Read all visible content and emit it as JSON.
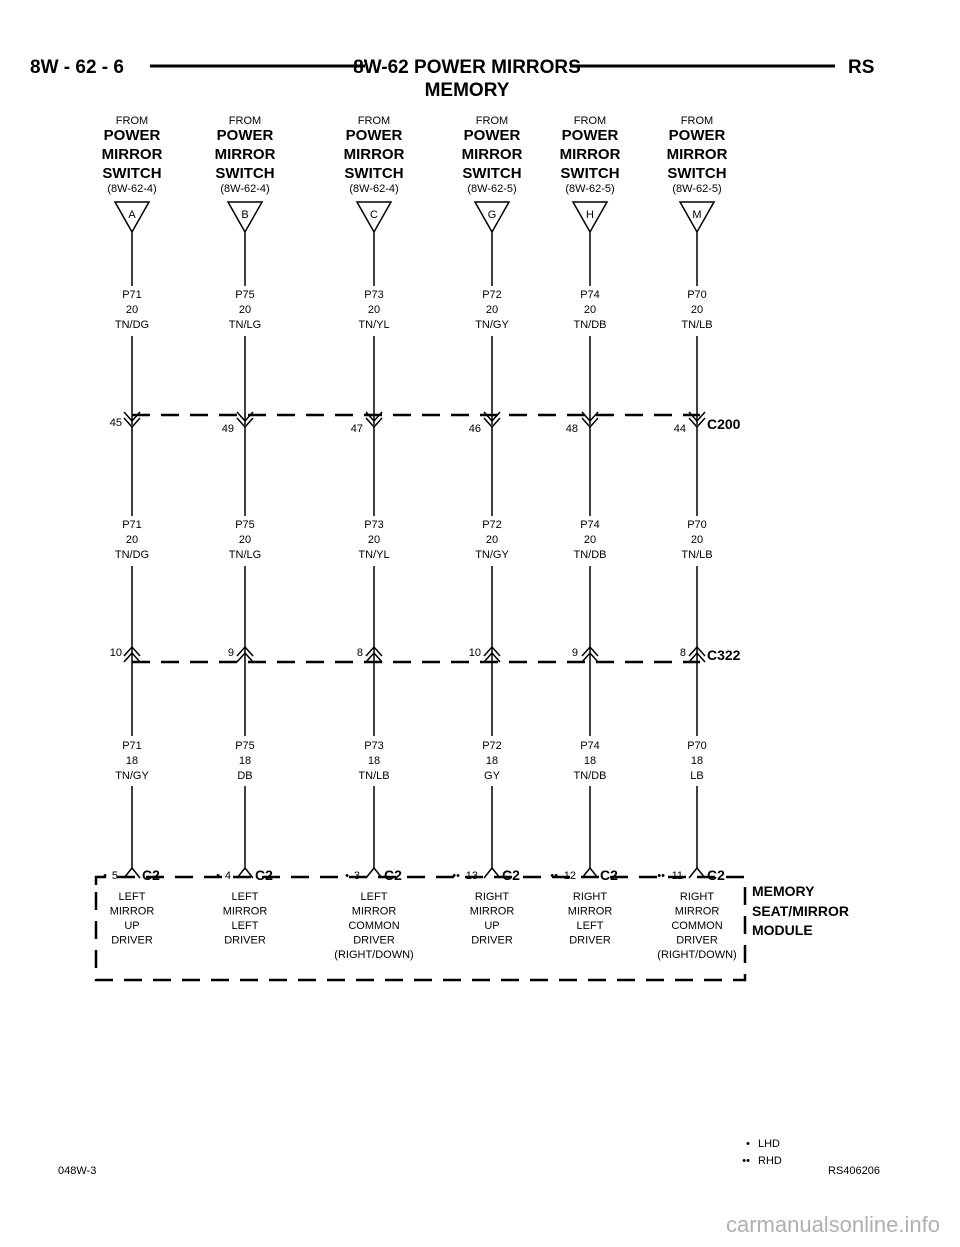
{
  "header": {
    "page_id": "8W - 62 - 6",
    "title_line1": "8W-62 POWER MIRRORS",
    "title_line2": "MEMORY",
    "section_code": "RS"
  },
  "sources": [
    {
      "from": "FROM",
      "l1": "POWER",
      "l2": "MIRROR",
      "l3": "SWITCH",
      "ref": "(8W-62-4)",
      "pin": "A"
    },
    {
      "from": "FROM",
      "l1": "POWER",
      "l2": "MIRROR",
      "l3": "SWITCH",
      "ref": "(8W-62-4)",
      "pin": "B"
    },
    {
      "from": "FROM",
      "l1": "POWER",
      "l2": "MIRROR",
      "l3": "SWITCH",
      "ref": "(8W-62-4)",
      "pin": "C"
    },
    {
      "from": "FROM",
      "l1": "POWER",
      "l2": "MIRROR",
      "l3": "SWITCH",
      "ref": "(8W-62-5)",
      "pin": "G"
    },
    {
      "from": "FROM",
      "l1": "POWER",
      "l2": "MIRROR",
      "l3": "SWITCH",
      "ref": "(8W-62-5)",
      "pin": "H"
    },
    {
      "from": "FROM",
      "l1": "POWER",
      "l2": "MIRROR",
      "l3": "SWITCH",
      "ref": "(8W-62-5)",
      "pin": "M"
    }
  ],
  "wires_upper": [
    {
      "circuit": "P71",
      "gauge": "20",
      "color": "TN/DG"
    },
    {
      "circuit": "P75",
      "gauge": "20",
      "color": "TN/LG"
    },
    {
      "circuit": "P73",
      "gauge": "20",
      "color": "TN/YL"
    },
    {
      "circuit": "P72",
      "gauge": "20",
      "color": "TN/GY"
    },
    {
      "circuit": "P74",
      "gauge": "20",
      "color": "TN/DB"
    },
    {
      "circuit": "P70",
      "gauge": "20",
      "color": "TN/LB"
    }
  ],
  "connector_c200": {
    "name": "C200",
    "pins": [
      "45",
      "49",
      "47",
      "46",
      "48",
      "44"
    ]
  },
  "wires_middle": [
    {
      "circuit": "P71",
      "gauge": "20",
      "color": "TN/DG"
    },
    {
      "circuit": "P75",
      "gauge": "20",
      "color": "TN/LG"
    },
    {
      "circuit": "P73",
      "gauge": "20",
      "color": "TN/YL"
    },
    {
      "circuit": "P72",
      "gauge": "20",
      "color": "TN/GY"
    },
    {
      "circuit": "P74",
      "gauge": "20",
      "color": "TN/DB"
    },
    {
      "circuit": "P70",
      "gauge": "20",
      "color": "TN/LB"
    }
  ],
  "connector_c322": {
    "name": "C322",
    "pins": [
      "10",
      "9",
      "8",
      "10",
      "9",
      "8"
    ]
  },
  "wires_lower": [
    {
      "circuit": "P71",
      "gauge": "18",
      "color": "TN/GY"
    },
    {
      "circuit": "P75",
      "gauge": "18",
      "color": "DB"
    },
    {
      "circuit": "P73",
      "gauge": "18",
      "color": "TN/LB"
    },
    {
      "circuit": "P72",
      "gauge": "18",
      "color": "GY"
    },
    {
      "circuit": "P74",
      "gauge": "18",
      "color": "TN/DB"
    },
    {
      "circuit": "P70",
      "gauge": "18",
      "color": "LB"
    }
  ],
  "module_pins": [
    {
      "marker": "•",
      "pin": "5",
      "connector": "C2",
      "desc": [
        "LEFT",
        "MIRROR",
        "UP",
        "DRIVER"
      ]
    },
    {
      "marker": "•",
      "pin": "4",
      "connector": "C2",
      "desc": [
        "LEFT",
        "MIRROR",
        "LEFT",
        "DRIVER"
      ]
    },
    {
      "marker": "•",
      "pin": "3",
      "connector": "C2",
      "desc": [
        "LEFT",
        "MIRROR",
        "COMMON",
        "DRIVER",
        "(RIGHT/DOWN)"
      ]
    },
    {
      "marker": "••",
      "pin": "13",
      "connector": "C2",
      "desc": [
        "RIGHT",
        "MIRROR",
        "UP",
        "DRIVER"
      ]
    },
    {
      "marker": "••",
      "pin": "12",
      "connector": "C2",
      "desc": [
        "RIGHT",
        "MIRROR",
        "LEFT",
        "DRIVER"
      ]
    },
    {
      "marker": "••",
      "pin": "11",
      "connector": "C2",
      "desc": [
        "RIGHT",
        "MIRROR",
        "COMMON",
        "DRIVER",
        "(RIGHT/DOWN)"
      ]
    }
  ],
  "module": {
    "l1": "MEMORY",
    "l2": "SEAT/MIRROR",
    "l3": "MODULE"
  },
  "legend": [
    {
      "symbol": "•",
      "label": "LHD"
    },
    {
      "symbol": "••",
      "label": "RHD"
    }
  ],
  "footer": {
    "left_code": "048W-3",
    "right_code": "RS406206"
  },
  "watermark": "carmanualsonline.info"
}
